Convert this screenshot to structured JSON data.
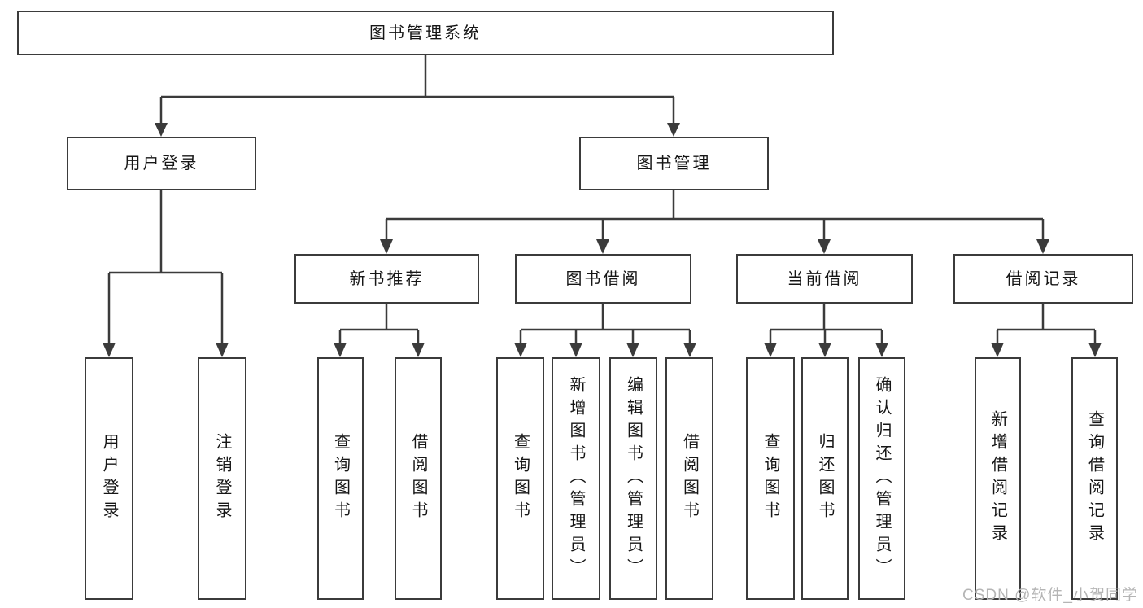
{
  "colors": {
    "line": "#3b3b3b",
    "box_border": "#3b3b3b",
    "box_background": "#ffffff",
    "text": "#161616",
    "watermark": "#b5b5b5"
  },
  "watermark": {
    "text": "CSDN @软件_小贺同学"
  },
  "tree": {
    "root": {
      "label": "图书管理系统"
    },
    "branches": [
      {
        "label": "用户登录",
        "children": [
          {
            "label": "用户登录"
          },
          {
            "label": "注销登录"
          }
        ]
      },
      {
        "label": "图书管理",
        "sections": [
          {
            "label": "新书推荐",
            "children": [
              {
                "label": "查询图书"
              },
              {
                "label": "借阅图书"
              }
            ]
          },
          {
            "label": "图书借阅",
            "children": [
              {
                "label": "查询图书"
              },
              {
                "label": "新增图书（管理员）"
              },
              {
                "label": "编辑图书（管理员）"
              },
              {
                "label": "借阅图书"
              }
            ]
          },
          {
            "label": "当前借阅",
            "children": [
              {
                "label": "查询图书"
              },
              {
                "label": "归还图书"
              },
              {
                "label": "确认归还（管理员）"
              }
            ]
          },
          {
            "label": "借阅记录",
            "children": [
              {
                "label": "新增借阅记录"
              },
              {
                "label": "查询借阅记录"
              }
            ]
          }
        ]
      }
    ]
  }
}
